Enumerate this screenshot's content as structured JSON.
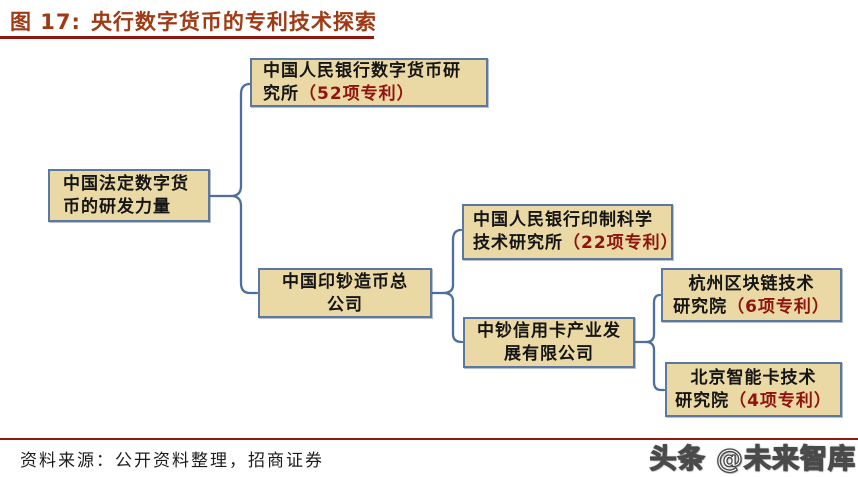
{
  "figure": {
    "label": "图 17:",
    "title": "央行数字货币的专利技术探索"
  },
  "nodes": {
    "root": {
      "line1": "中国法定数字货",
      "line2": "币的研发力量",
      "patent": ""
    },
    "pboc_dc_institute": {
      "line1": "中国人民银行数字货币研",
      "line2": "究所",
      "patent": "（52项专利）"
    },
    "banknote_printing_corp": {
      "line1": "中国印钞造币总",
      "line2": "公司",
      "patent": ""
    },
    "printing_science_institute": {
      "line1": "中国人民银行印制科学",
      "line2": "技术研究所",
      "patent": "（22项专利）"
    },
    "zhongchao_card_company": {
      "line1": "中钞信用卡产业发",
      "line2": "展有限公司",
      "patent": ""
    },
    "hangzhou_blockchain_institute": {
      "line1": "杭州区块链技术",
      "line2": "研究院",
      "patent": "（6项专利）"
    },
    "beijing_smartcard_institute": {
      "line1": "北京智能卡技术",
      "line2": "研究院",
      "patent": "（4项专利）"
    }
  },
  "footer": {
    "source": "资料来源：公开资料整理，招商证券"
  },
  "watermark": "头条 @未来智库",
  "colors": {
    "title_red": "#9e3a14",
    "rule_red": "#8e1812",
    "patent_red": "#8f130e",
    "box_fill": "#ebd9a5",
    "box_border": "#5a78a2",
    "brace_blue": "#4d6f9f"
  }
}
